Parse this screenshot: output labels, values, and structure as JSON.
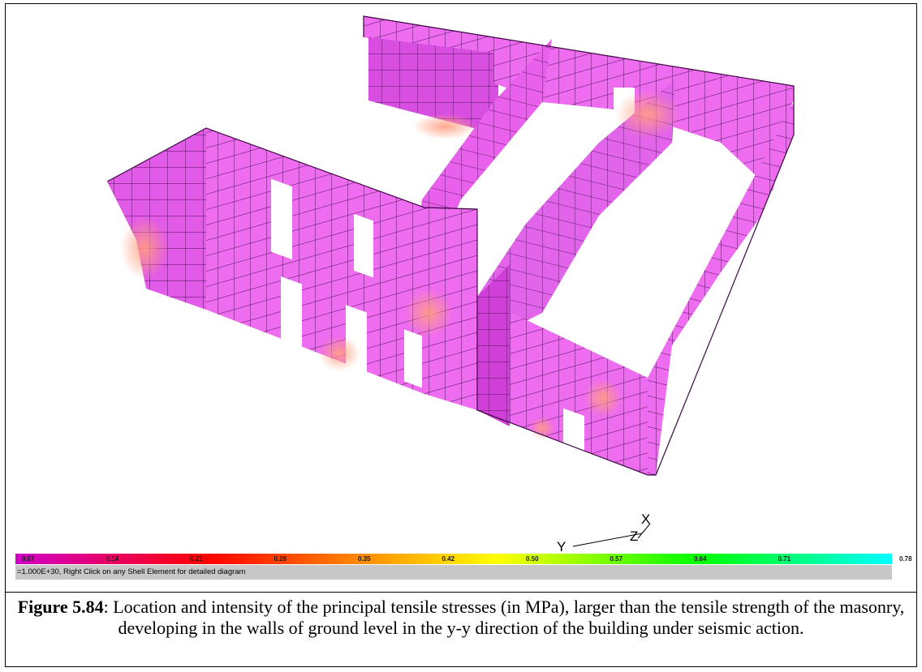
{
  "legend": {
    "values": [
      "0.07",
      "0.14",
      "0.21",
      "0.28",
      "0.35",
      "0.42",
      "0.50",
      "0.57",
      "0.64",
      "0.71",
      "0.78"
    ],
    "gradient_colors": [
      "#d000c8",
      "#ff0000",
      "#ff8000",
      "#ffff00",
      "#00ff00",
      "#00ffff"
    ]
  },
  "axes": {
    "x": "X",
    "y": "Y",
    "z": "Z"
  },
  "status": {
    "text": "=1.000E+30, Right Click on any Shell Element for detailed diagram"
  },
  "caption": {
    "label": "Figure 5.84",
    "text": ": Location and intensity of the principal tensile stresses (in MPa), larger than the tensile strength of the masonry, developing in the walls of ground level in the y-y direction of the building under seismic action."
  },
  "colors": {
    "wall": "#ee6cf0",
    "wall_dark": "#d040d8",
    "grid": "#5a0a60",
    "hot": "#ff9a8a"
  }
}
